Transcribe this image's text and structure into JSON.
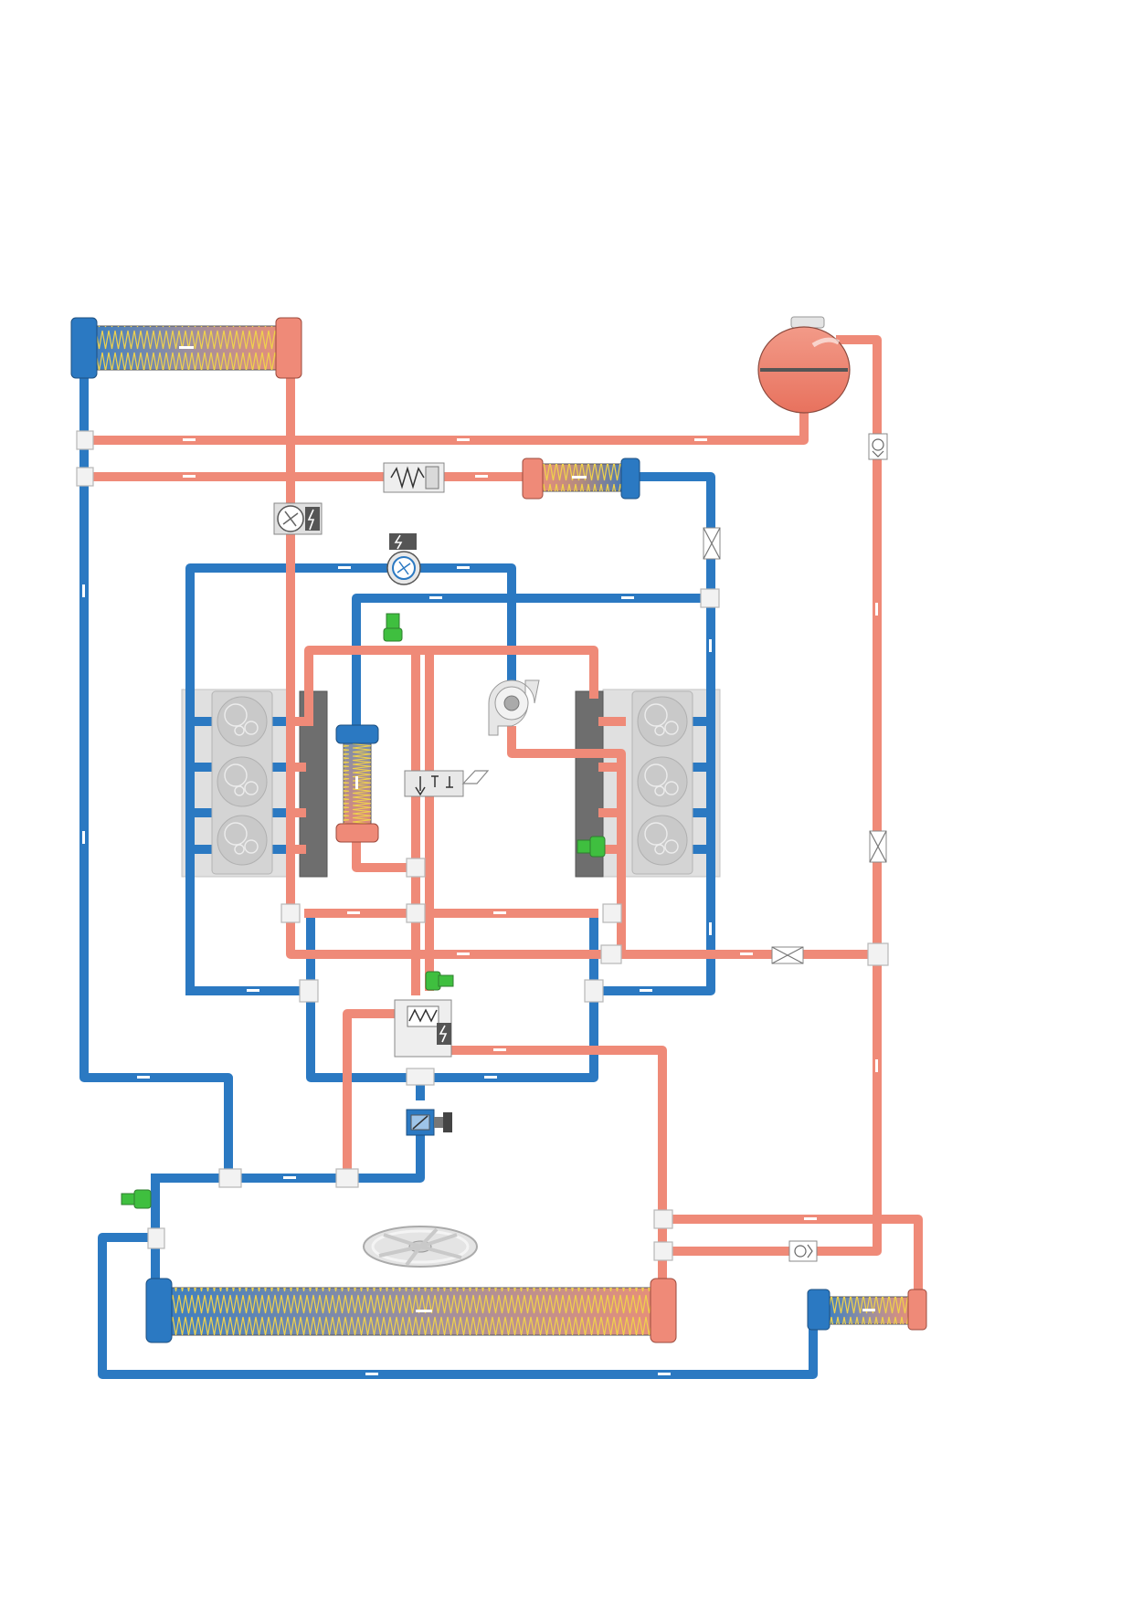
{
  "diagram": {
    "type": "engine coolant circuit schematic",
    "colors": {
      "hot": "#ef8a78",
      "cold": "#2b79c2",
      "sensor": "#3fbf3f",
      "component_grey": "#e0e0e0"
    },
    "components": [
      {
        "name": "main-radiator"
      },
      {
        "name": "top-left-radiator"
      },
      {
        "name": "bottom-right-radiator"
      },
      {
        "name": "turbo-cooler"
      },
      {
        "name": "vertical-cooler"
      },
      {
        "name": "expansion-tank"
      },
      {
        "name": "electric-pump-left"
      },
      {
        "name": "electric-pump-upper"
      },
      {
        "name": "mechanical-water-pump"
      },
      {
        "name": "heater-element"
      },
      {
        "name": "thermostat"
      },
      {
        "name": "solenoid-valve"
      },
      {
        "name": "three-way-valve"
      },
      {
        "name": "cylinder-bank-left"
      },
      {
        "name": "cylinder-bank-right"
      },
      {
        "name": "radiator-fan"
      },
      {
        "name": "check-valve"
      },
      {
        "name": "restrictors"
      },
      {
        "name": "temperature-sensors"
      }
    ],
    "icons": [
      "pump-icon",
      "lightning-icon",
      "spring-icon",
      "fan-icon",
      "check-valve-icon",
      "restrictor-icon",
      "temperature-sensor-icon"
    ]
  }
}
